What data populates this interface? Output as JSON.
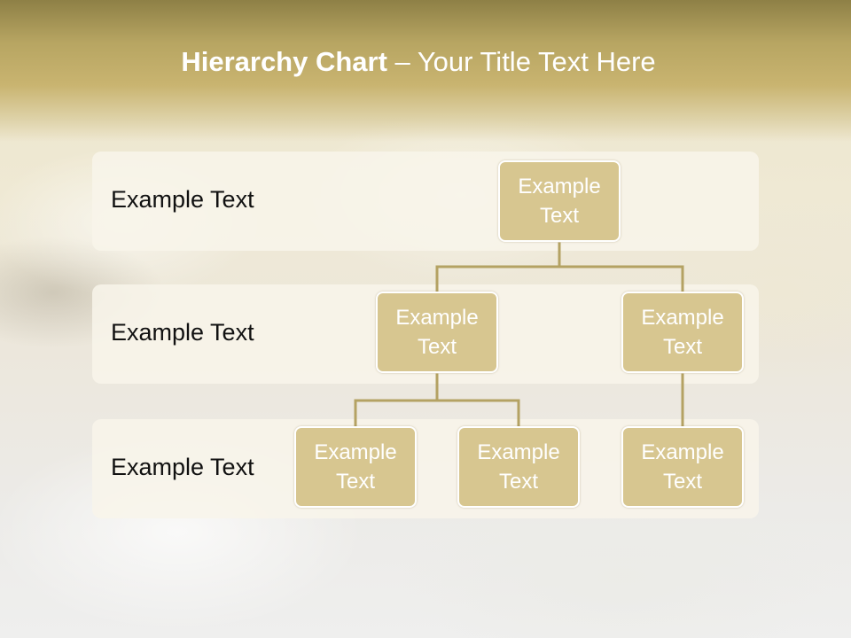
{
  "slide": {
    "title_bold": "Hierarchy Chart",
    "title_rest": " – Your Title Text Here",
    "band_labels": [
      "Example Text",
      "Example Text",
      "Example Text"
    ],
    "nodes": {
      "root": "Example Text",
      "level2_left": "Example Text",
      "level2_right": "Example Text",
      "level3_a": "Example Text",
      "level3_b": "Example Text",
      "level3_c": "Example Text"
    }
  },
  "colors": {
    "node_fill": "#d7c690",
    "node_border": "#ffffff",
    "connector": "#b4a263",
    "band_fill": "#f8f5ea",
    "title_band": "#c9b470"
  }
}
